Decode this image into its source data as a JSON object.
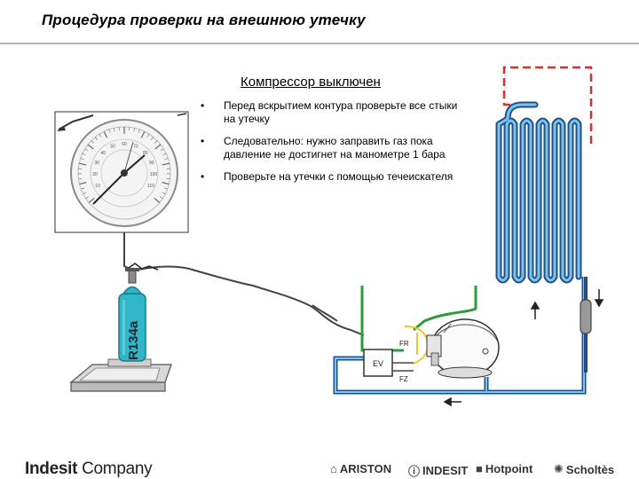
{
  "page": {
    "title": "Процедура проверки на внешнюю утечку",
    "subtitle": "Компрессор выключен"
  },
  "instructions": [
    "Перед вскрытием контура проверьте все стыки на утечку",
    "Следовательно: нужно заправить газ пока давление не достигнет на манометре 1 бара",
    "Проверьте на утечки с помощью течеискателя"
  ],
  "diagram": {
    "cylinder_label": "R134a",
    "ev_label": "EV",
    "fr_label": "FR",
    "fz_label": "FZ",
    "gauge_ticks": [
      "10",
      "20",
      "30",
      "40",
      "50",
      "60",
      "70",
      "80",
      "90",
      "100",
      "110"
    ],
    "colors": {
      "pipe": "#3a8fd0",
      "pipe_dark": "#1f4f86",
      "cylinder": "#2fb6c9",
      "cylinder_dark": "#1a7d8c",
      "dashed_line": "#e02b2b",
      "green_wire": "#2e9b3e",
      "yellow_wire": "#e8c92a"
    }
  },
  "footer": {
    "company_bold": "Indesit",
    "company_regular": " Company",
    "brands": [
      {
        "mark": "⌂",
        "name": "ARISTON"
      },
      {
        "mark": "ⓘ",
        "name": "INDESIT"
      },
      {
        "mark": "■",
        "name": "Hotpoint"
      },
      {
        "mark": "✺",
        "name": "Scholtès"
      }
    ]
  }
}
